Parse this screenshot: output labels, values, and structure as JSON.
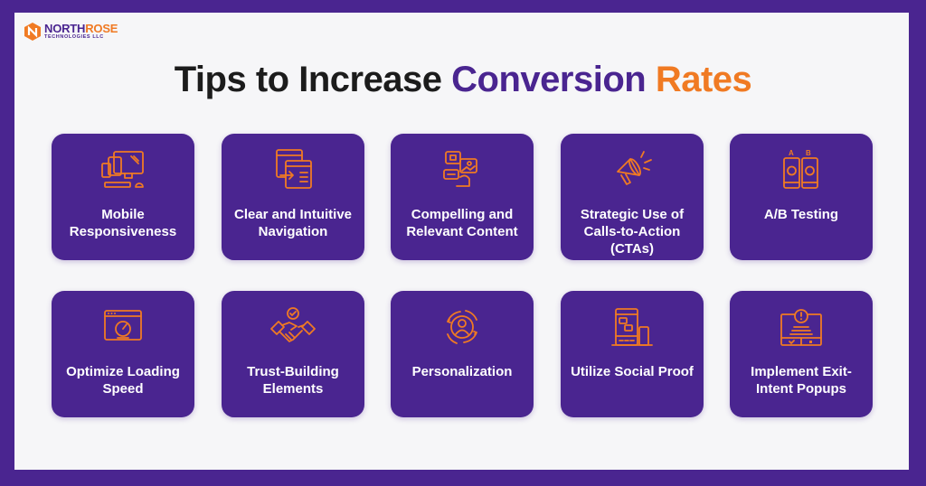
{
  "brand": {
    "name_part1": "N",
    "name_part2": "ORTH",
    "name_part3": "ROSE",
    "tagline": "TECHNOLOGIES LLC",
    "logo_icon": "n-hexagon-logo-icon"
  },
  "title": {
    "part1": "Tips to Increase ",
    "part2": "Conversion",
    "part3": " Rates"
  },
  "colors": {
    "primary_purple": "#4a2590",
    "accent_orange": "#f07a23",
    "panel_background": "#f6f6f8",
    "title_dark": "#1c1c1c"
  },
  "tips": [
    {
      "label": "Mobile Responsiveness",
      "icon": "devices-icon"
    },
    {
      "label": "Clear and Intuitive Navigation",
      "icon": "navigation-windows-icon"
    },
    {
      "label": "Compelling and Relevant Content",
      "icon": "content-chat-icon"
    },
    {
      "label": "Strategic Use of Calls-to-Action (CTAs)",
      "icon": "megaphone-icon"
    },
    {
      "label": "A/B Testing",
      "icon": "ab-phones-icon"
    },
    {
      "label": "Optimize Loading Speed",
      "icon": "speedometer-browser-icon"
    },
    {
      "label": "Trust-Building Elements",
      "icon": "handshake-icon"
    },
    {
      "label": "Personalization",
      "icon": "user-cycle-icon"
    },
    {
      "label": "Utilize Social Proof",
      "icon": "social-proof-devices-icon"
    },
    {
      "label": "Implement Exit-Intent Popups",
      "icon": "exit-popup-icon"
    }
  ]
}
